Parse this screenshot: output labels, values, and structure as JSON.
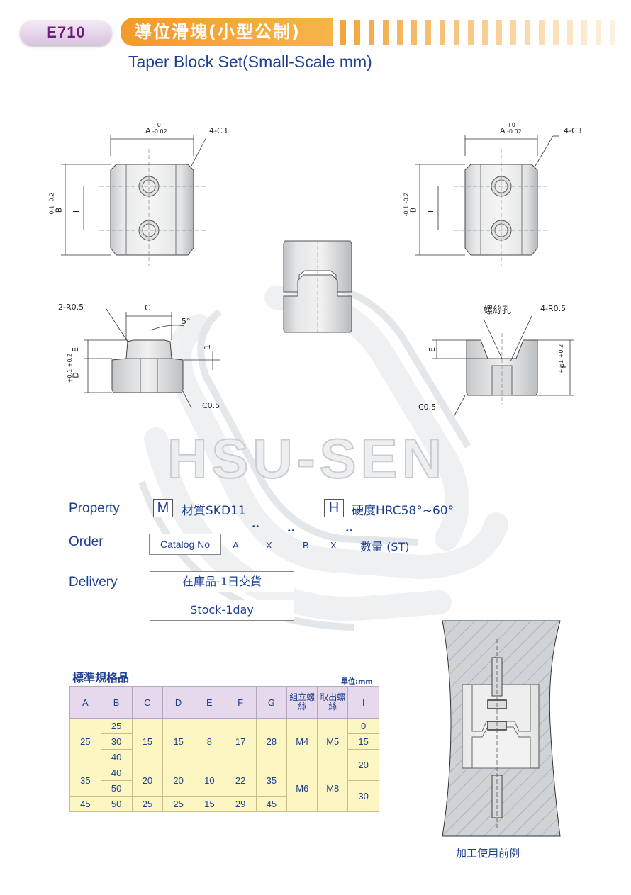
{
  "header": {
    "code": "E710",
    "title_zh": "導位滑塊(小型公制)",
    "title_en": "Taper Block Set(Small-Scale mm)"
  },
  "watermark": "HSU-SEN",
  "drawing": {
    "dim_a": "A",
    "tol_a_upper": "+0",
    "tol_a_lower": "-0.02",
    "chamfer": "4-C3",
    "dim_b": "B",
    "tol_b": "-0.1 -0.2",
    "dim_i": "I",
    "radius_left": "2-R0.5",
    "dim_c": "C",
    "angle": "5°",
    "dim_e": "E",
    "dim_d": "D",
    "tol_d": "+0.1 +0.2",
    "dim_1": "1",
    "c05_left": "C0.5",
    "screw_hole": "螺絲孔",
    "radius_right": "4-R0.5",
    "dim_f": "F",
    "tol_f": "+0.1 +0.2",
    "c05_right": "C0.5"
  },
  "property": {
    "label": "Property",
    "m_letter": "M",
    "material": "材質SKD11",
    "h_letter": "H",
    "hardness": "硬度HRC58°~60°"
  },
  "order": {
    "label": "Order",
    "catalog": "Catalog No",
    "a": "A",
    "x1": "X",
    "b": "B",
    "x2": "X",
    "dots": "••",
    "qty": "數量 (ST)"
  },
  "delivery": {
    "label": "Delivery",
    "zh": "在庫品-1日交貨",
    "en": "Stock-1day"
  },
  "table": {
    "title": "標準規格品",
    "unit": "單位:mm",
    "headers": [
      "A",
      "B",
      "C",
      "D",
      "E",
      "F",
      "G",
      "組立螺絲",
      "取出螺絲",
      "I"
    ],
    "cells": {
      "a1": "25",
      "a2": "35",
      "a3": "45",
      "b1": "25",
      "b2": "30",
      "b3": "40",
      "b4": "40",
      "b5": "50",
      "b6": "50",
      "c1": "15",
      "c2": "20",
      "c3": "25",
      "d1": "15",
      "d2": "20",
      "d3": "25",
      "e1": "8",
      "e2": "10",
      "e3": "15",
      "f1": "17",
      "f2": "22",
      "f3": "29",
      "g1": "28",
      "g2": "35",
      "g3": "45",
      "asm1": "M4",
      "asm2": "M6",
      "ext1": "M5",
      "ext2": "M8",
      "i1": "0",
      "i2": "15",
      "i3": "20",
      "i4": "30"
    }
  },
  "example_caption": "加工使用前例"
}
